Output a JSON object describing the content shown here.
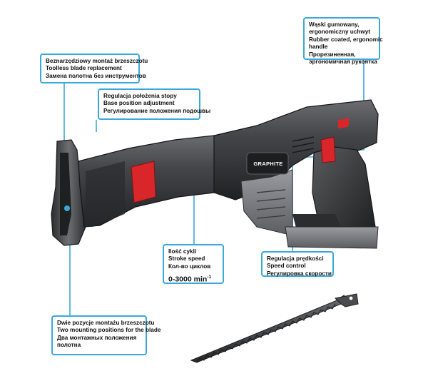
{
  "brand": {
    "logo_text": "GRAPHITE"
  },
  "colors": {
    "accent": "#3aa8d8",
    "tool_body": "#3a3b3e",
    "tool_grip": "#2a2b2d",
    "trigger": "#d9262b"
  },
  "callouts": {
    "blade_mount": {
      "pl": "Beznarzędziowy montaż brzeszczotu",
      "en": "Toolless blade replacement",
      "ru": "Замена полотна без инструментов"
    },
    "base_adjust": {
      "pl": "Regulacja położenia stopy",
      "en": "Base position adjustment",
      "ru": "Регулирование положения подошвы"
    },
    "handle": {
      "pl1": "Wąski gumowany,",
      "pl2": "ergonomiczny uchwyt",
      "en1": "Rubber coated, ergonomic",
      "en2": "handle",
      "ru1": "Прорезиненная,",
      "ru2": "эргономичная рукоятка"
    },
    "stroke_speed": {
      "pl": "Ilość cykli",
      "en": "Stroke speed",
      "ru": "Кол-во циклов",
      "value": "0-3000 min",
      "unit_sup": "-1"
    },
    "speed_control": {
      "pl": "Regulacja prędkości",
      "en": "Speed control",
      "ru": "Регулировка скорости"
    },
    "mount_positions": {
      "pl": "Dwie pozycje montażu brzeszczotu",
      "en": "Two mounting positions for the blade",
      "ru1": "Два монтажных положения",
      "ru2": "полотна"
    }
  }
}
